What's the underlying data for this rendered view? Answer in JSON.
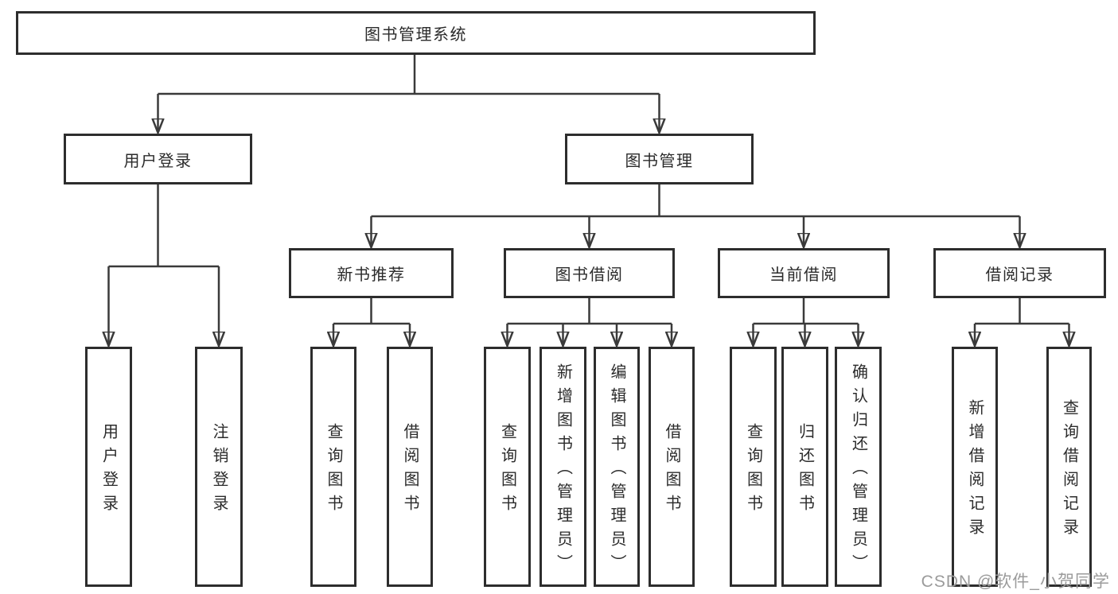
{
  "tree": {
    "label": "图书管理系统",
    "children": [
      {
        "label": "用户登录",
        "children": [
          {
            "label": "用户登录"
          },
          {
            "label": "注销登录"
          }
        ]
      },
      {
        "label": "图书管理",
        "children": [
          {
            "label": "新书推荐",
            "children": [
              {
                "label": "查询图书"
              },
              {
                "label": "借阅图书"
              }
            ]
          },
          {
            "label": "图书借阅",
            "children": [
              {
                "label": "查询图书"
              },
              {
                "label": "新增图书（管理员）"
              },
              {
                "label": "编辑图书（管理员）"
              },
              {
                "label": "借阅图书"
              }
            ]
          },
          {
            "label": "当前借阅",
            "children": [
              {
                "label": "查询图书"
              },
              {
                "label": "归还图书"
              },
              {
                "label": "确认归还（管理员）"
              }
            ]
          },
          {
            "label": "借阅记录",
            "children": [
              {
                "label": "新增借阅记录"
              },
              {
                "label": "查询借阅记录"
              }
            ]
          }
        ]
      }
    ]
  },
  "watermark": {
    "text": "CSDN @软件_小贺同学"
  },
  "colors": {
    "line": "#3a3a3a",
    "box_border": "#2d2d2d",
    "text": "#2b2b2b",
    "watermark": "#9b9b9b",
    "background": "#ffffff"
  }
}
